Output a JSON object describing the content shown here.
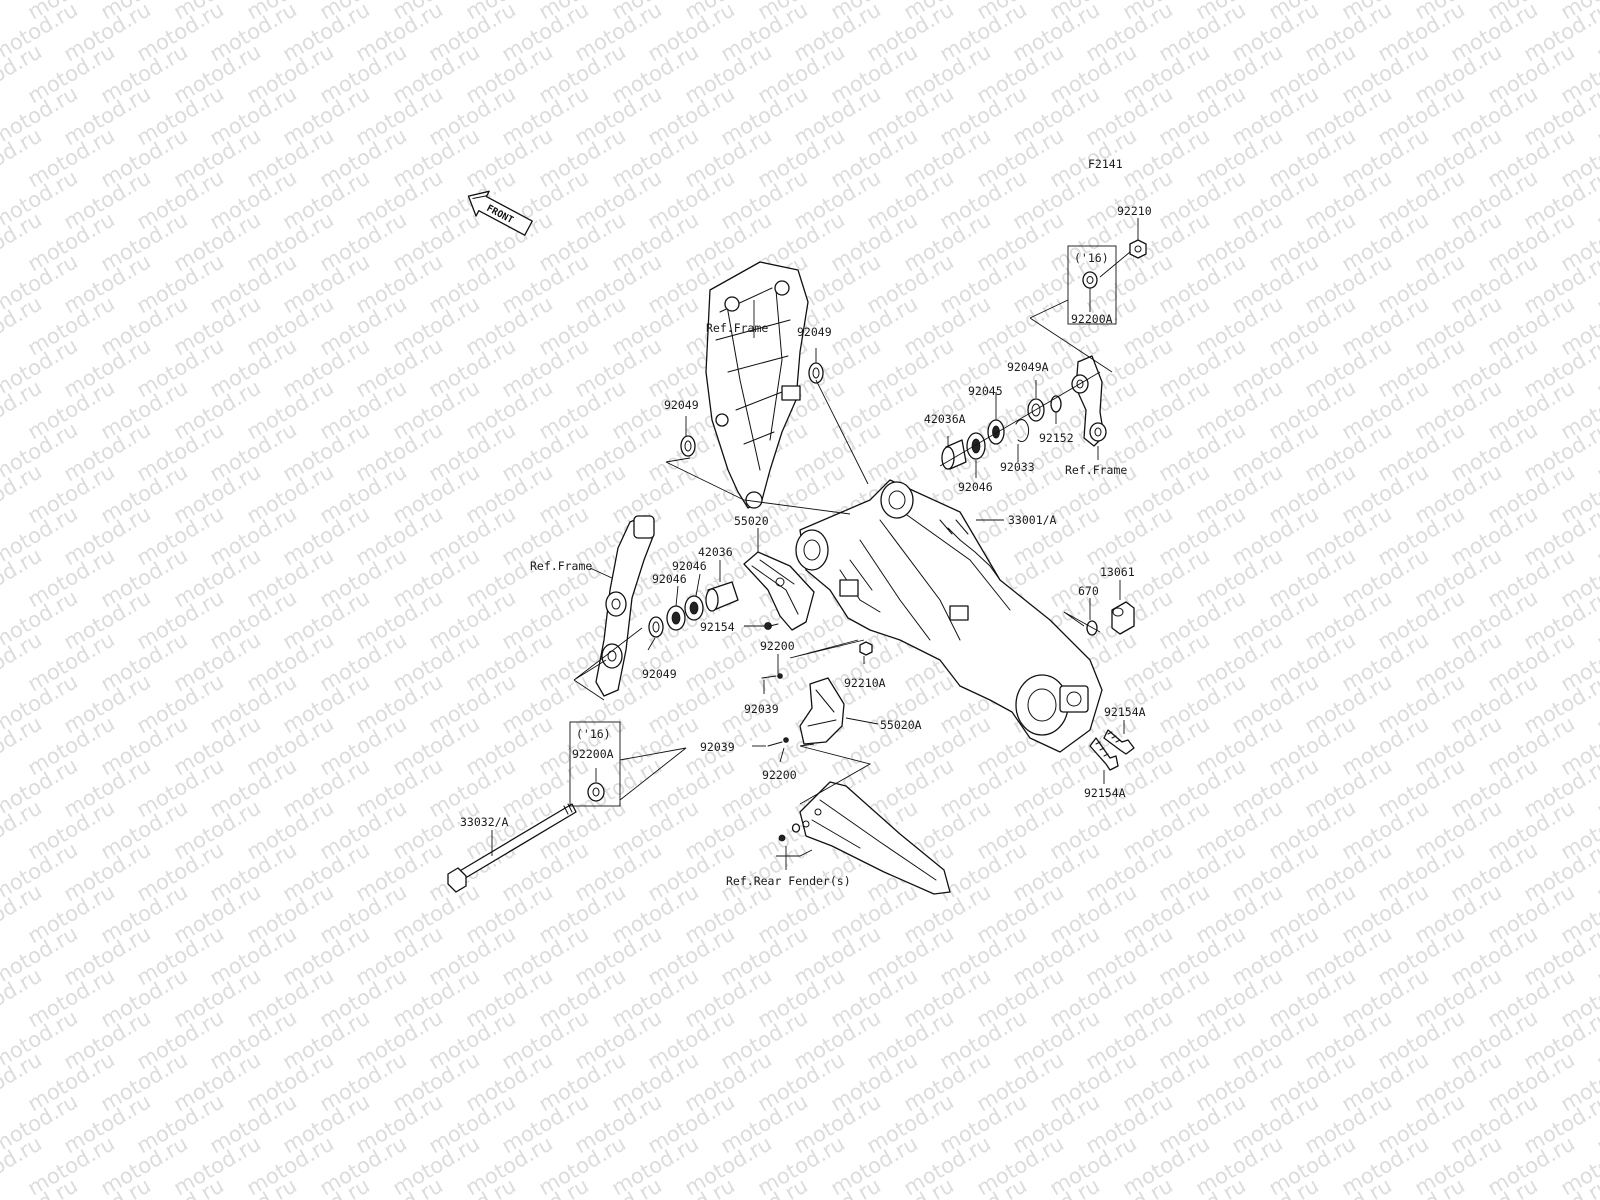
{
  "watermark": "motod.ru",
  "diagram_code": "F2141",
  "front_label": "FRONT",
  "labels": {
    "p92210": "92210",
    "p16_top": "('16)",
    "p92200A_top": "92200A",
    "pRefFrame_top": "Ref.Frame",
    "p92049_top": "92049",
    "p92049_left": "92049",
    "p92049A": "92049A",
    "p92045": "92045",
    "p42036A": "42036A",
    "p92152": "92152",
    "p92046_right": "92046",
    "p92033": "92033",
    "pRefFrame_right": "Ref.Frame",
    "p33001A": "33001/A",
    "p55020": "55020",
    "p42036": "42036",
    "p92046_a": "92046",
    "p92046_b": "92046",
    "pRefFrame_left": "Ref.Frame",
    "p92154": "92154",
    "p92049_bottom": "92049",
    "p92200_a": "92200",
    "p92210A": "92210A",
    "p92039_a": "92039",
    "p55020A": "55020A",
    "p92039_b": "92039",
    "p92200_b": "92200",
    "p13061": "13061",
    "p670": "670",
    "p92154A_top": "92154A",
    "p92154A_bottom": "92154A",
    "p16_bottom": "('16)",
    "p92200A_bottom": "92200A",
    "p33032A": "33032/A",
    "pRefRearFender": "Ref.Rear Fender(s)"
  }
}
